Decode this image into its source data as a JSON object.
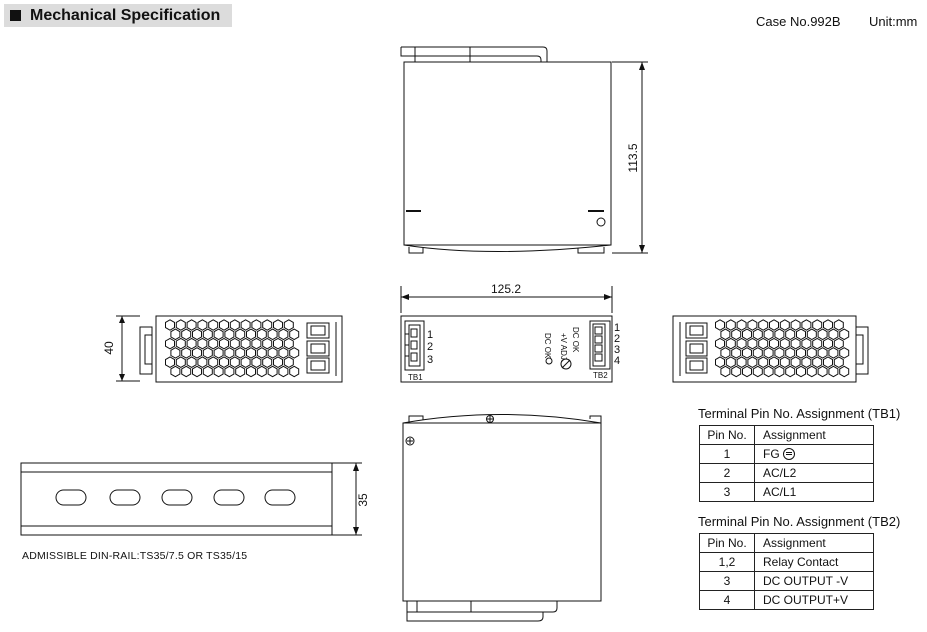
{
  "header": {
    "title": "Mechanical Specification"
  },
  "case_no": "Case No.992B",
  "unit": "Unit:mm",
  "dimensions": {
    "height": "113.5",
    "width": "125.2",
    "depth": "40",
    "rail_height": "35"
  },
  "front_labels": {
    "tb1_pins": [
      "1",
      "2",
      "3"
    ],
    "tb1_label": "TB1",
    "tb2_pins": [
      "1",
      "2",
      "3",
      "4"
    ],
    "tb2_label": "TB2",
    "dc_ok_led": "DC OK",
    "dc_ok_contact": "DC OK",
    "vadj": "+V ADJ."
  },
  "rail_note": "ADMISSIBLE DIN-RAIL:TS35/7.5 OR TS35/15",
  "tb1_table": {
    "title": "Terminal Pin No.  Assignment (TB1)",
    "headers": [
      "Pin No.",
      "Assignment"
    ],
    "rows": [
      [
        "1",
        "FG"
      ],
      [
        "2",
        "AC/L2"
      ],
      [
        "3",
        "AC/L1"
      ]
    ]
  },
  "tb2_table": {
    "title": "Terminal Pin No.  Assignment (TB2)",
    "headers": [
      "Pin No.",
      "Assignment"
    ],
    "rows": [
      [
        "1,2",
        "Relay Contact"
      ],
      [
        "3",
        "DC OUTPUT -V"
      ],
      [
        "4",
        "DC OUTPUT+V"
      ]
    ]
  }
}
